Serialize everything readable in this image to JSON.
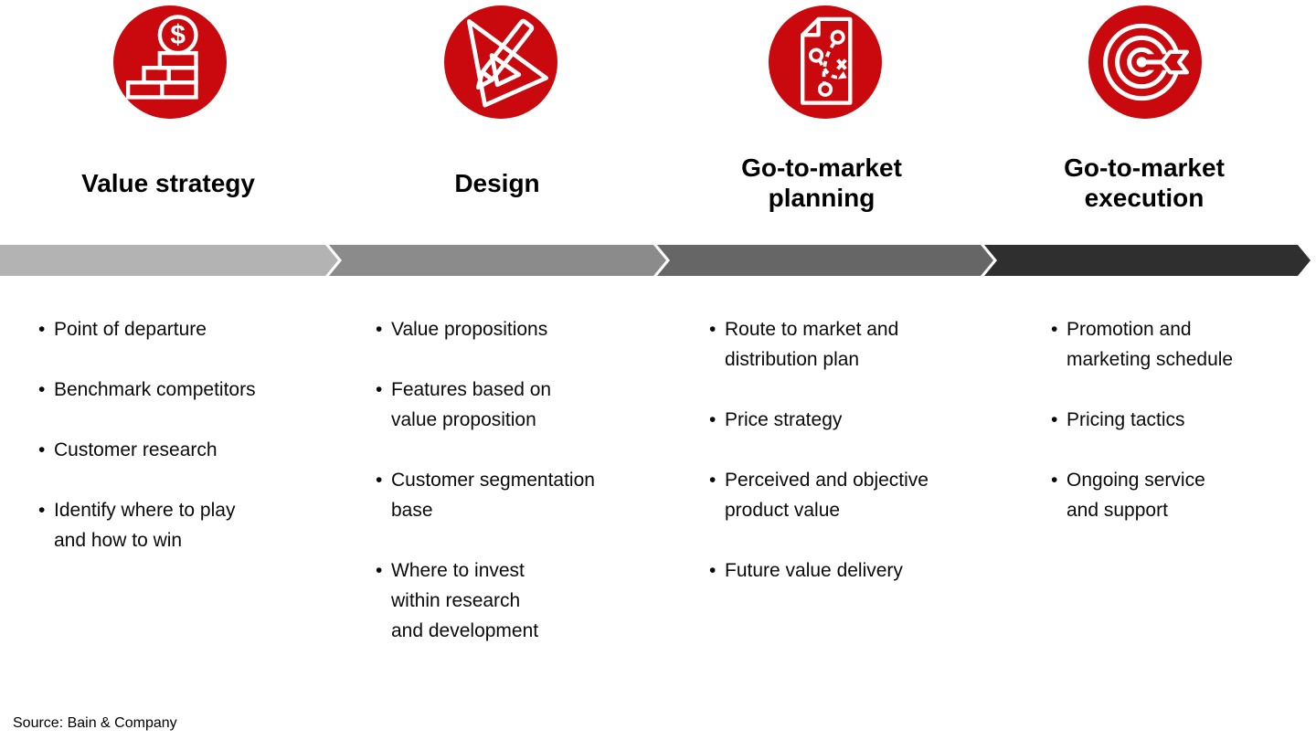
{
  "stages": [
    {
      "title": "Value strategy",
      "icon": "coin-on-bricks-icon",
      "bullets": [
        "Point of departure",
        "Benchmark competitors",
        "Customer research",
        "Identify where to play\nand how to win"
      ]
    },
    {
      "title": "Design",
      "icon": "pencil-and-set-square-icon",
      "bullets": [
        "Value propositions",
        "Features based on\nvalue proposition",
        "Customer segmentation\nbase",
        "Where to invest\nwithin research\nand development"
      ]
    },
    {
      "title": "Go-to-market\nplanning",
      "icon": "strategy-playbook-icon",
      "bullets": [
        "Route to market and\ndistribution plan",
        "Price strategy",
        "Perceived and objective\nproduct value",
        "Future value delivery"
      ]
    },
    {
      "title": "Go-to-market\nexecution",
      "icon": "target-arrow-icon",
      "bullets": [
        "Promotion and\nmarketing schedule",
        "Pricing tactics",
        "Ongoing service\nand support"
      ]
    }
  ],
  "ui": {
    "bullet": "•",
    "dollar": "$"
  },
  "source": "Source: Bain & Company",
  "colors": {
    "accent_red": "#c9090e",
    "band_segment_1": "#b3b3b3",
    "band_segment_2": "#8b8b8b",
    "band_segment_3": "#666666",
    "band_segment_4": "#2f2f2f",
    "text": "#000000"
  }
}
